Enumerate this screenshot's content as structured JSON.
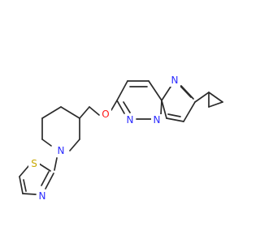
{
  "colors": {
    "bond": "#2b2b2b",
    "nitrogen": "#2d2dff",
    "oxygen": "#ff1a1a",
    "sulfur": "#c8a800",
    "background": "#ffffff"
  },
  "atoms": {
    "n_imidazole": "N",
    "n_bridge": "N",
    "n_pyridazine": "N",
    "o_ether": "O",
    "n_piperidine": "N",
    "s_thiazole": "S",
    "n_thiazole": "N"
  }
}
